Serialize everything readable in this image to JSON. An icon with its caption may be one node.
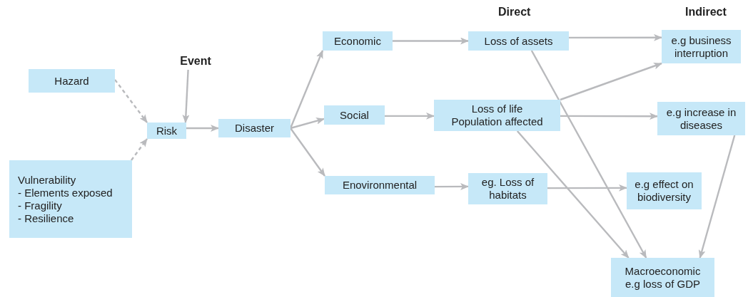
{
  "diagram": {
    "nodes": [
      {
        "text": [
          "Hazard"
        ]
      },
      {
        "text": [
          "Vulnerability",
          "- Elements exposed",
          "- Fragility",
          "- Resilience"
        ]
      },
      {
        "text": [
          "Event"
        ]
      },
      {
        "text": [
          "Risk"
        ]
      },
      {
        "text": [
          "Disaster"
        ]
      },
      {
        "text": [
          "Economic"
        ]
      },
      {
        "text": [
          "Social"
        ]
      },
      {
        "text": [
          "Enovironmental"
        ]
      },
      {
        "text": [
          "Loss of assets"
        ]
      },
      {
        "text": [
          "Loss of life",
          "Population affected"
        ]
      },
      {
        "text": [
          "eg. Loss of habitats"
        ]
      },
      {
        "text": [
          "e.g business interruption"
        ]
      },
      {
        "text": [
          "e.g increase in diseases"
        ]
      },
      {
        "text": [
          "e.g effect on biodiversity"
        ]
      },
      {
        "text": [
          "Macroeconomic",
          "e.g loss of GDP"
        ]
      }
    ],
    "edges": [
      {
        "from": 0,
        "to": 3,
        "arrow": "to",
        "style": "dashed"
      },
      {
        "from": 1,
        "to": 3,
        "arrow": "to",
        "style": "dashed"
      },
      {
        "from": 2,
        "to": 3,
        "arrow": "to"
      },
      {
        "from": 3,
        "to": 4,
        "arrow": "to"
      },
      {
        "from": 4,
        "to": 5,
        "arrow": "to"
      },
      {
        "from": 4,
        "to": 6,
        "arrow": "to"
      },
      {
        "from": 4,
        "to": 7,
        "arrow": "to"
      },
      {
        "from": 5,
        "to": 8,
        "arrow": "to"
      },
      {
        "from": 6,
        "to": 9,
        "arrow": "to"
      },
      {
        "from": 7,
        "to": 10,
        "arrow": "to"
      },
      {
        "from": 8,
        "to": 11,
        "arrow": "to"
      },
      {
        "from": 8,
        "to": 14,
        "arrow": "to"
      },
      {
        "from": 9,
        "to": 11,
        "arrow": "to"
      },
      {
        "from": 9,
        "to": 12,
        "arrow": "to"
      },
      {
        "from": 9,
        "to": 14,
        "arrow": "to"
      },
      {
        "from": 10,
        "to": 13,
        "arrow": "to"
      },
      {
        "from": 12,
        "to": 14,
        "arrow": "to"
      }
    ],
    "labels": [
      "Direct",
      "Indirect"
    ]
  }
}
